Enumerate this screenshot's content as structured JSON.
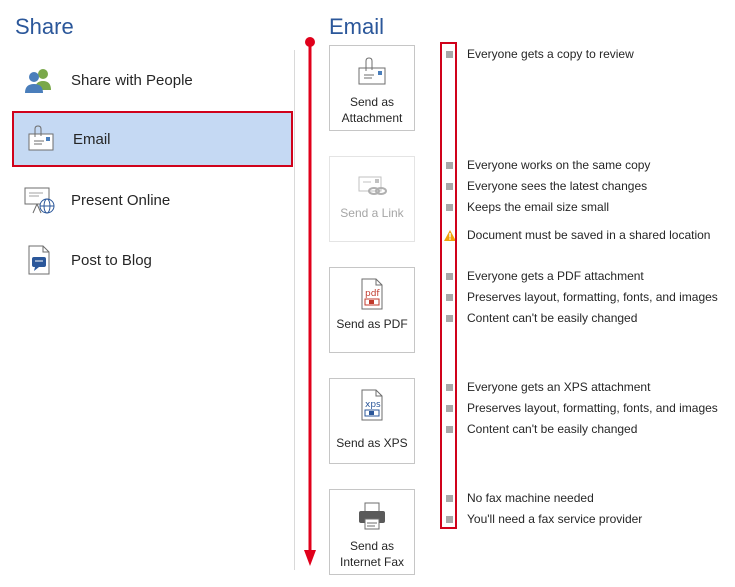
{
  "left_panel": {
    "title": "Share",
    "items": [
      {
        "label": "Share with People",
        "icon": "people-icon"
      },
      {
        "label": "Email",
        "icon": "email-icon"
      },
      {
        "label": "Present Online",
        "icon": "present-online-icon"
      },
      {
        "label": "Post to Blog",
        "icon": "blog-icon"
      }
    ],
    "selected": "Email"
  },
  "right_panel": {
    "title": "Email",
    "options": [
      {
        "button_label": "Send as Attachment",
        "icon": "attachment-envelope-icon",
        "enabled": true,
        "bullets": [
          "Everyone gets a copy to review"
        ]
      },
      {
        "button_label": "Send a Link",
        "icon": "link-envelope-icon",
        "enabled": false,
        "bullets": [
          "Everyone works on the same copy",
          "Everyone sees the latest changes",
          "Keeps the email size small"
        ],
        "warning": "Document must be saved in a shared location"
      },
      {
        "button_label": "Send as PDF",
        "icon": "pdf-icon",
        "enabled": true,
        "bullets": [
          "Everyone gets a PDF attachment",
          "Preserves layout, formatting, fonts, and images",
          "Content can't be easily changed"
        ]
      },
      {
        "button_label": "Send as XPS",
        "icon": "xps-icon",
        "enabled": true,
        "bullets": [
          "Everyone gets an XPS attachment",
          "Preserves layout, formatting, fonts, and images",
          "Content can't be easily changed"
        ]
      },
      {
        "button_label": "Send as Internet Fax",
        "icon": "fax-icon",
        "enabled": true,
        "bullets": [
          "No fax machine needed",
          "You'll need a fax service provider"
        ]
      }
    ]
  },
  "colors": {
    "accent": "#2b579a",
    "selected_bg": "#c5d9f3",
    "annotation_red": "#d0021b"
  }
}
